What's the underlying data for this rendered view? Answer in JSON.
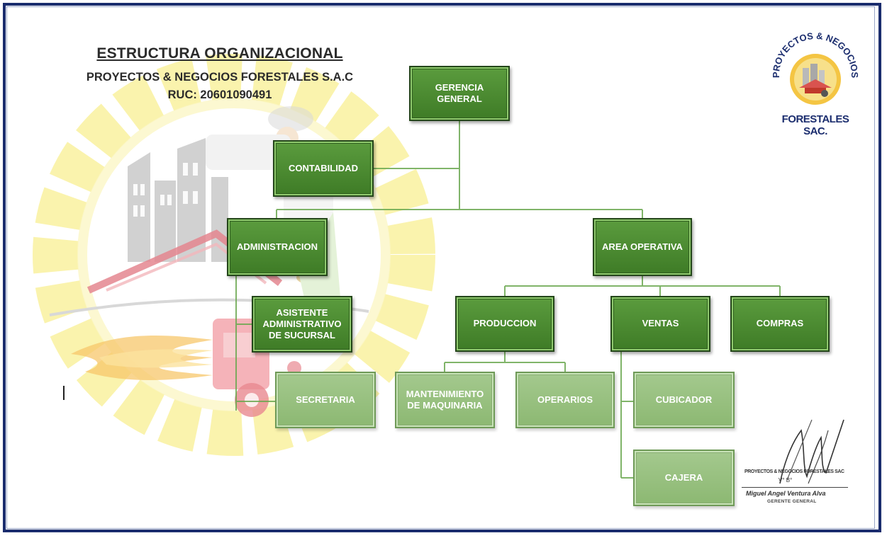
{
  "header": {
    "title": "ESTRUCTURA ORGANIZACIONAL",
    "company": "PROYECTOS & NEGOCIOS FORESTALES S.A.C",
    "ruc": "RUC: 20601090491"
  },
  "logo": {
    "arc_text": "PROYECTOS & NEGOCIOS",
    "bottom_text": "FORESTALES SAC."
  },
  "org_chart": {
    "nodes": {
      "gerencia_general": "GERENCIA\nGENERAL",
      "contabilidad": "CONTABILIDAD",
      "administracion": "ADMINISTRACION",
      "area_operativa": "AREA OPERATIVA",
      "asistente_administrativo": "ASISTENTE\nADMINISTRATIVO\nDE SUCURSAL",
      "produccion": "PRODUCCION",
      "ventas": "VENTAS",
      "compras": "COMPRAS",
      "secretaria": "SECRETARIA",
      "mantenimiento": "MANTENIMIENTO\nDE MAQUINARIA",
      "operarios": "OPERARIOS",
      "cubicador": "CUBICADOR",
      "cajera": "CAJERA"
    }
  },
  "signature": {
    "company": "PROYECTOS & NEGOCIOS FORESTALES SAC",
    "vb": "V° B°",
    "name": "Miguel Angel Ventura Alva",
    "role": "GERENTE GENERAL"
  },
  "colors": {
    "frame": "#1b2d6e",
    "node_green": "#4a8a30",
    "node_faded": "#9cc484",
    "connector": "#6aa84f",
    "watermark_yellow": "#f7ec8a"
  }
}
